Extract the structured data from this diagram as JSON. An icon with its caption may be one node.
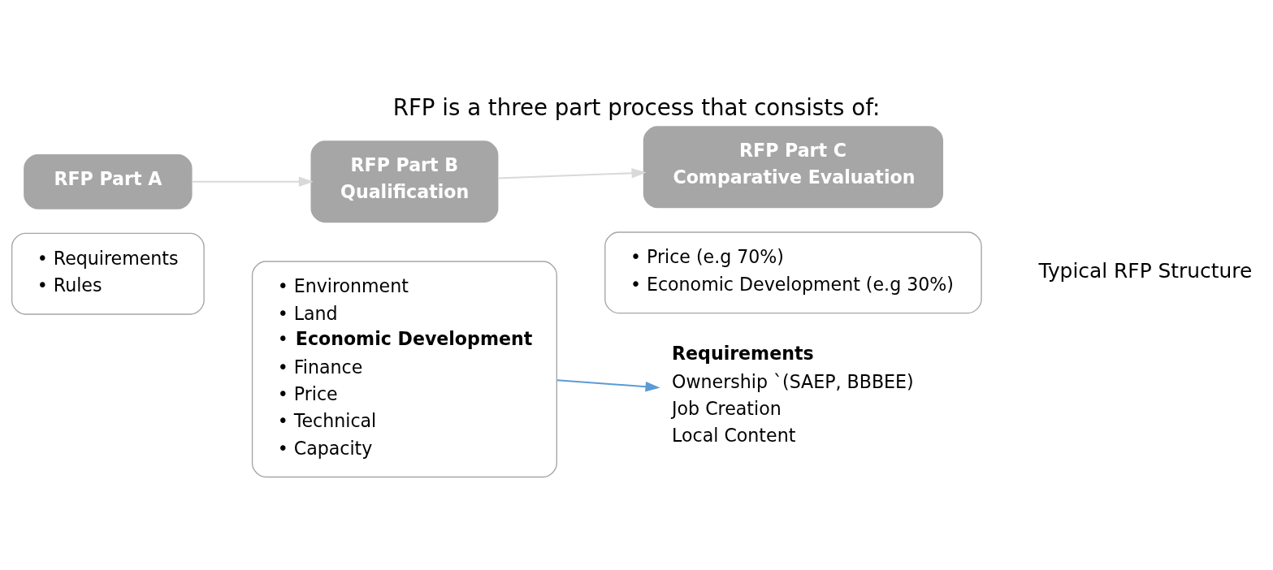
{
  "diagram": {
    "title": "RFP is a three part process that consists of:",
    "caption": "Typical RFP Structure",
    "nodes": [
      {
        "text": [
          "RFP Part A"
        ]
      },
      {
        "text": [
          "• Requirements",
          "• Rules"
        ]
      },
      {
        "text": [
          "RFP Part B",
          "Qualification"
        ]
      },
      {
        "text": [
          "• Environment",
          "• Land",
          "• **Economic Development**",
          "• Finance",
          "• Price",
          "• Technical",
          "• Capacity"
        ]
      },
      {
        "text": [
          "RFP Part C",
          "Comparative Evaluation"
        ]
      },
      {
        "text": [
          "• Price (e.g 70%)",
          "• Economic Development (e.g 30%)"
        ]
      },
      {
        "text": [
          "**Requirements**",
          "Ownership `(SAEP, BBBEE)",
          "Job Creation",
          "Local Content"
        ]
      }
    ],
    "edges": [
      {
        "from": 0,
        "to": 2,
        "arrow": "to",
        "color": "#d9d9d9"
      },
      {
        "from": 2,
        "to": 4,
        "arrow": "to",
        "color": "#d9d9d9"
      },
      {
        "from": 3,
        "to": 6,
        "arrow": "to",
        "color": "#5b9bd5"
      }
    ]
  }
}
